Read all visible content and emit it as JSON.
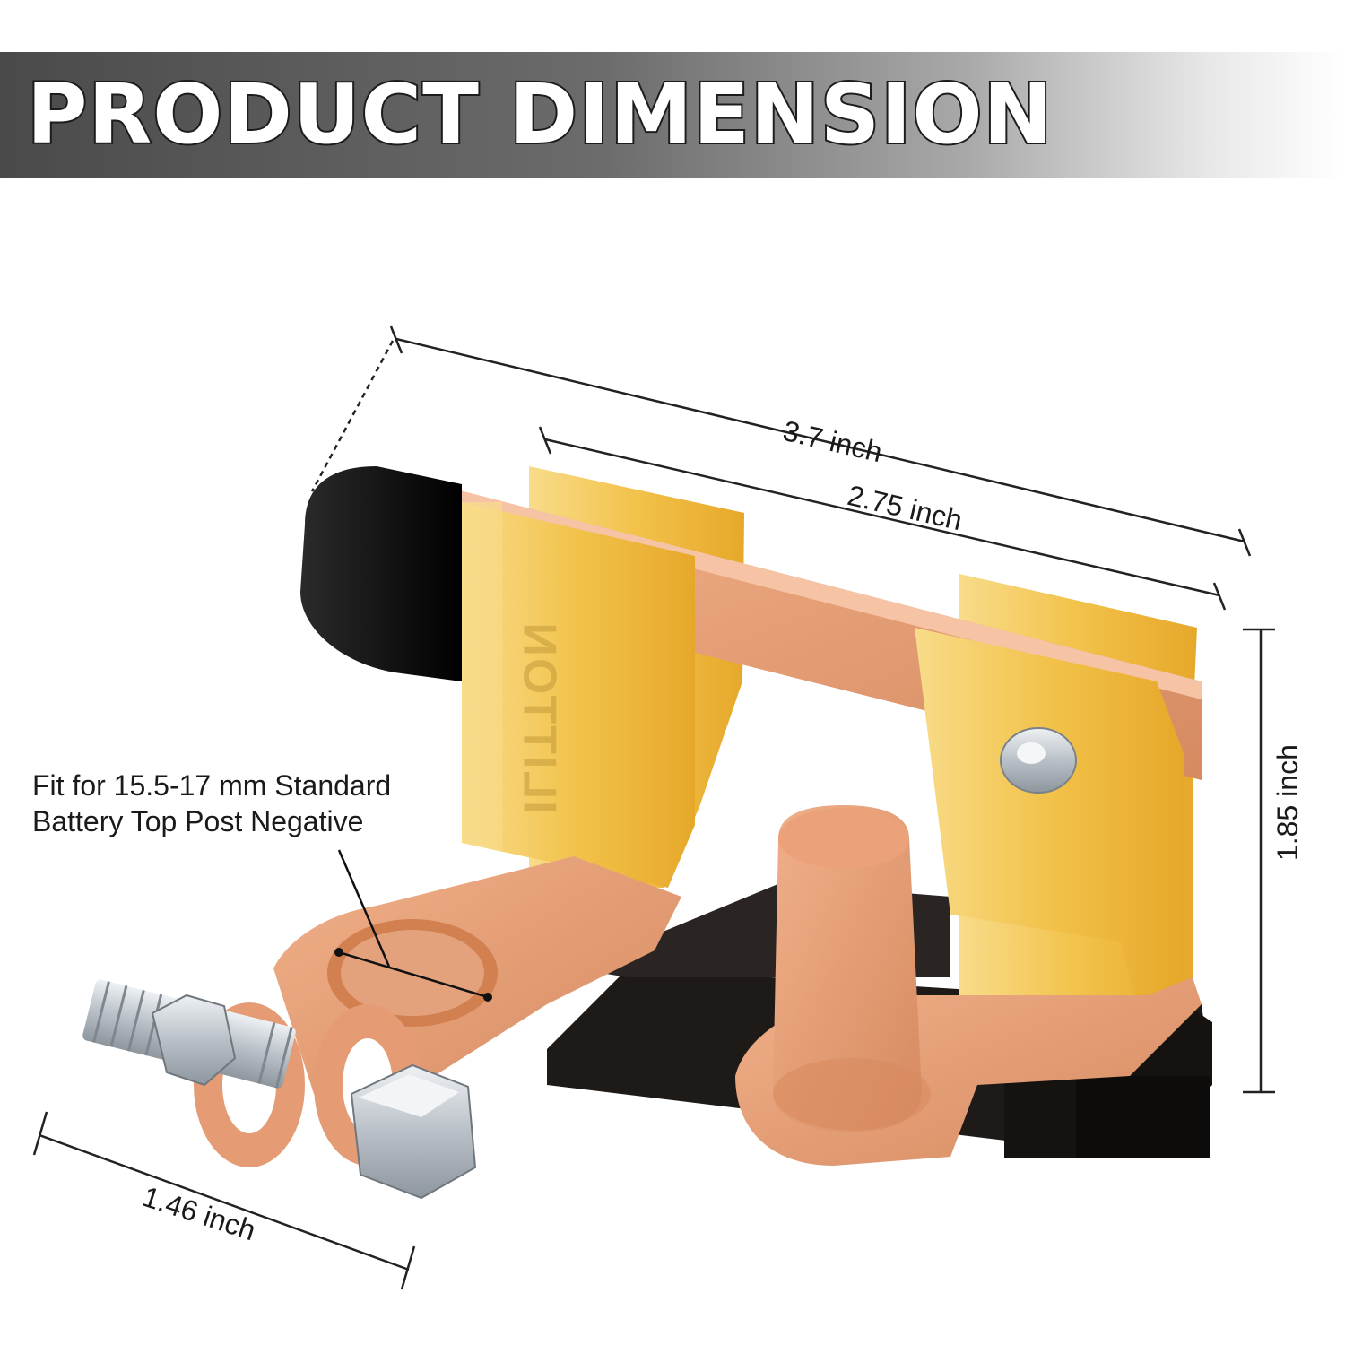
{
  "banner": {
    "title": "PRODUCT DIMENSION"
  },
  "dimensions": {
    "overall_length": "3.7 inch",
    "knife_length": "2.75 inch",
    "height": "1.85 inch",
    "width": "1.46 inch"
  },
  "fit_note": {
    "line1": "Fit for 15.5-17 mm Standard",
    "line2": "Battery Top Post Negative"
  },
  "product": {
    "brand_mark": "ILITTON",
    "colors": {
      "copper": "#e59c74",
      "copper_dark": "#c47850",
      "brass": "#f2c24a",
      "brass_light": "#f8dc8a",
      "black_base": "#1e1a18",
      "knob_black": "#1a1a1a",
      "steel": "#c9ced3"
    }
  }
}
